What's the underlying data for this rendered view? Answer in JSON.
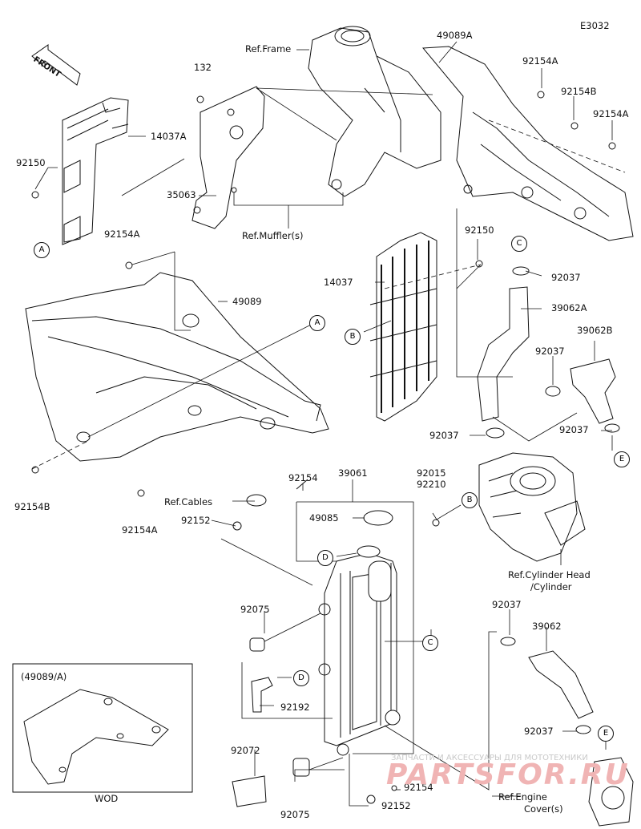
{
  "figure_code": "E3032",
  "direction_label": "FRONT",
  "parts": {
    "p49089A": "49089A",
    "p92154A_top": "92154A",
    "p92154B_top": "92154B",
    "p92154A_right": "92154A",
    "p132": "132",
    "p14037A": "14037A",
    "p92150_left": "92150",
    "p35063": "35063",
    "p92154A_mid": "92154A",
    "p49089": "49089",
    "p14037": "14037",
    "p92150_right": "92150",
    "p92037_c": "92037",
    "p39062A": "39062A",
    "p39062B": "39062B",
    "p92037_mid": "92037",
    "p92037_left": "92037",
    "p92037_right": "92037",
    "p92154B_bottom": "92154B",
    "p92154A_bottom": "92154A",
    "p92154": "92154",
    "p92152": "92152",
    "p39061": "39061",
    "p49085": "49085",
    "p92015": "92015",
    "p92210": "92210",
    "p92075_top": "92075",
    "p92192": "92192",
    "p92072": "92072",
    "p92075_bottom": "92075",
    "p92154_bottom": "92154",
    "p92152_bottom": "92152",
    "p92037_lower": "92037",
    "p39062": "39062",
    "p92037_lowest": "92037"
  },
  "refs": {
    "frame": "Ref.Frame",
    "mufflers": "Ref.Muffler(s)",
    "cables": "Ref.Cables",
    "cyl_head_1": "Ref.Cylinder Head",
    "cyl_head_2": "/Cylinder",
    "engine_cover_1": "Ref.Engine",
    "engine_cover_2": "Cover(s)"
  },
  "callouts": {
    "A1": "A",
    "A2": "A",
    "B1": "B",
    "B2": "B",
    "C1": "C",
    "C2": "C",
    "D1": "D",
    "D2": "D",
    "E1": "E",
    "E2": "E"
  },
  "inset": {
    "title": "(49089/A)",
    "caption": "WOD"
  },
  "watermark": {
    "line1": "ЗАПЧАСТИ И АКСЕССУАРЫ ДЛЯ МОТОТЕХНИКИ",
    "line2": "PARTSFOR.RU"
  },
  "colors": {
    "line": "#111111",
    "watermark_red": "#e8a0a0",
    "watermark_gray": "#c9c9c9"
  }
}
